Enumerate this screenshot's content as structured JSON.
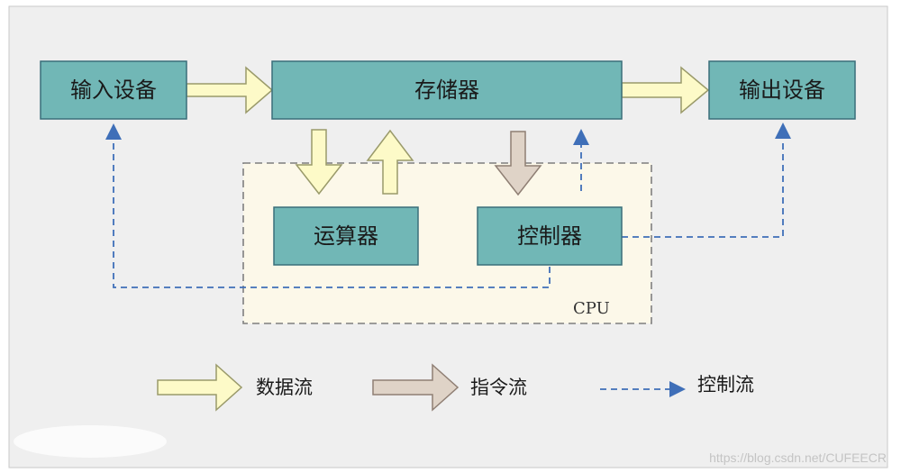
{
  "diagram": {
    "boxes": {
      "input": "输入设备",
      "memory": "存储器",
      "output": "输出设备",
      "alu": "运算器",
      "control": "控制器"
    },
    "cpu_label": "CPU",
    "legend": {
      "data_flow": "数据流",
      "instruction_flow": "指令流",
      "control_flow": "控制流"
    },
    "watermark": "https://blog.csdn.net/CUFEECR"
  },
  "colors": {
    "box_fill": "#71b7b6",
    "box_stroke": "#3a6f7a",
    "panel_bg": "#efefef",
    "cpu_bg": "#fcf8e9",
    "data_arrow_fill": "#fdfac8",
    "instruction_arrow_fill": "#dfd3c7",
    "control_line": "#3f6fb8"
  }
}
